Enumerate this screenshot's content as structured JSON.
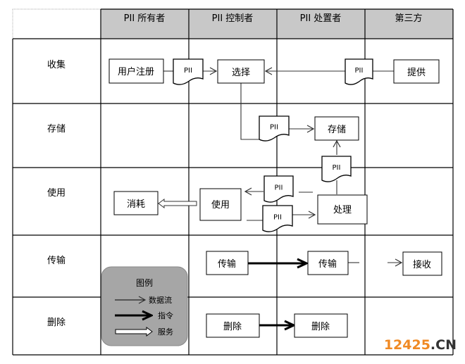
{
  "columns": [
    "PII 所有者",
    "PII 控制者",
    "PII 处置者",
    "第三方"
  ],
  "rows": [
    "收集",
    "存储",
    "使用",
    "传输",
    "删除"
  ],
  "nodes": {
    "register": "用户注册",
    "select": "选择",
    "provide": "提供",
    "store": "存储",
    "consume": "消耗",
    "use": "使用",
    "process": "处理",
    "transmit_controller": "传输",
    "transmit_processor": "传输",
    "receive": "接收",
    "delete_controller": "删除",
    "delete_processor": "删除"
  },
  "doc_label": "PII",
  "legend": {
    "title": "图例",
    "items": [
      {
        "label": "数据流",
        "type": "data-flow"
      },
      {
        "label": "指令",
        "type": "instruction"
      },
      {
        "label": "服务",
        "type": "service"
      }
    ]
  },
  "watermark": {
    "number": "12425",
    "suffix": ".CN",
    "number_color": "#f08a24",
    "suffix_color": "#333333"
  },
  "colors": {
    "header_bg": "#c8c8c8",
    "legend_bg": "#a6a6a6",
    "line": "#000000"
  }
}
